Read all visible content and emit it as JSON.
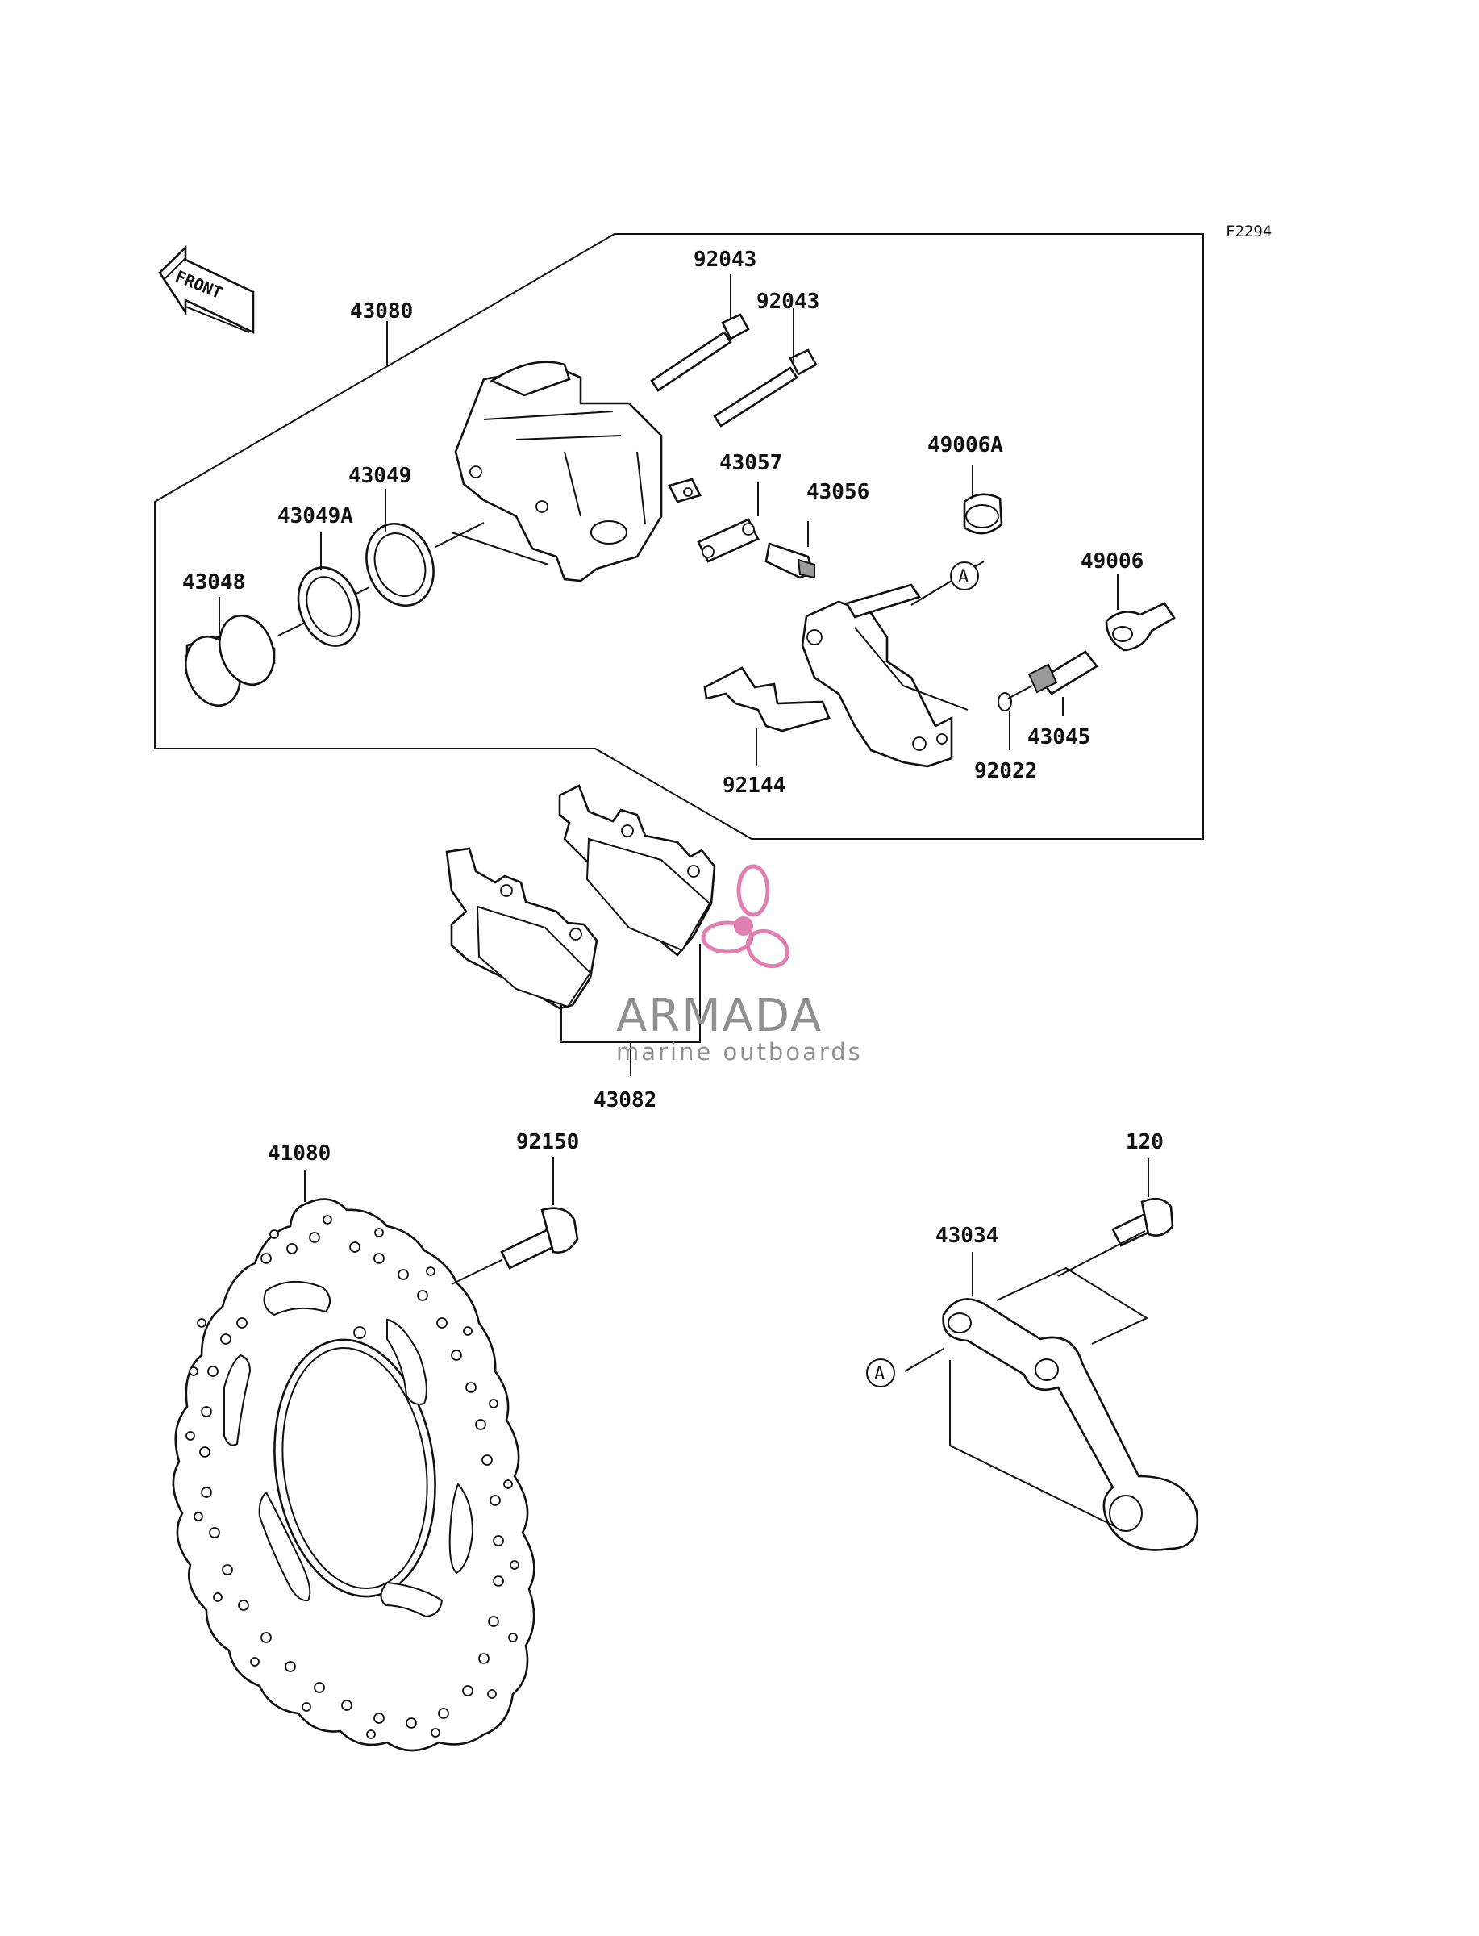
{
  "diagram": {
    "figure_code": "F2294",
    "front_arrow_label": "FRONT",
    "ref_marker": "A",
    "callouts": {
      "p43080": "43080",
      "p92043a": "92043",
      "p92043b": "92043",
      "p43049": "43049",
      "p43049a": "43049A",
      "p43048": "43048",
      "p43057": "43057",
      "p43056": "43056",
      "p49006a": "49006A",
      "p49006": "49006",
      "p43045": "43045",
      "p92022": "92022",
      "p92144": "92144",
      "p43082": "43082",
      "p41080": "41080",
      "p92150": "92150",
      "p120": "120",
      "p43034": "43034"
    }
  },
  "watermark": {
    "brand": "ARMADA",
    "tagline": "marine outboards",
    "logo_color": "#e080b0",
    "text_color": "#909090"
  }
}
